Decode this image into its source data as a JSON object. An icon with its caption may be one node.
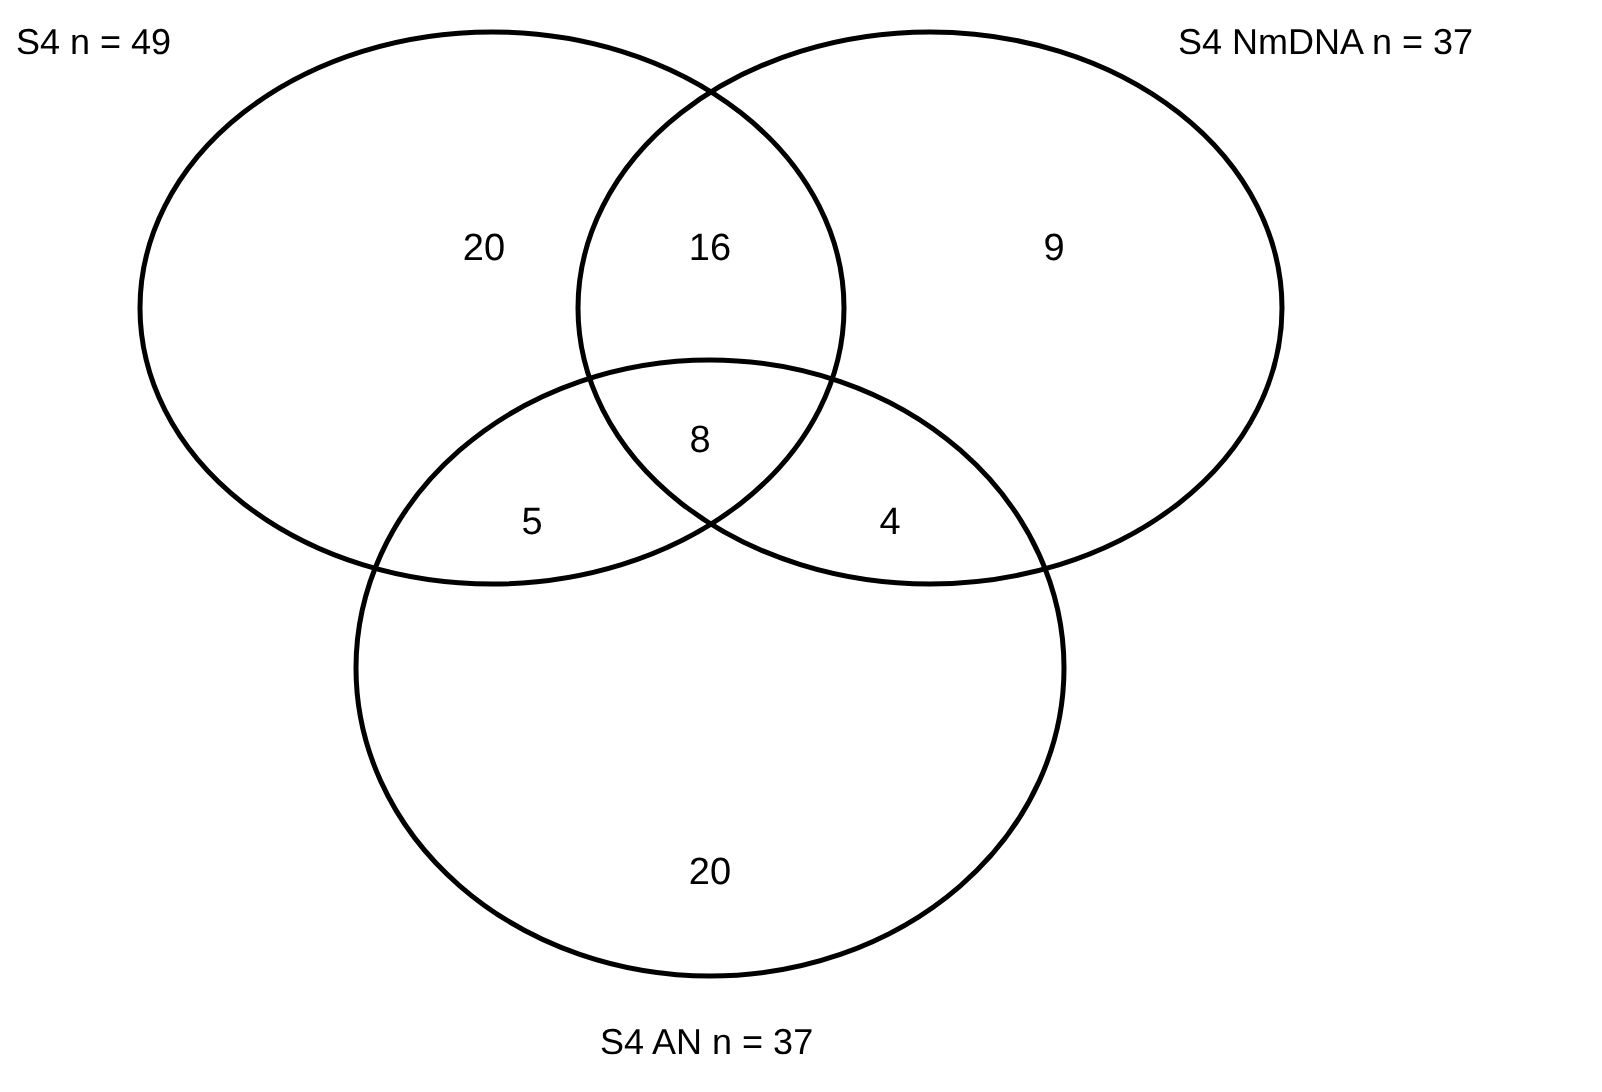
{
  "diagram": {
    "nodes": [
      {
        "text": [
          "S4 n = 49"
        ]
      },
      {
        "text": [
          "S4 NmDNA n = 37"
        ]
      },
      {
        "text": [
          "S4 AN n = 37"
        ]
      }
    ],
    "edges": [],
    "labels": [
      "20",
      "16",
      "9",
      "8",
      "5",
      "4",
      "20"
    ]
  }
}
